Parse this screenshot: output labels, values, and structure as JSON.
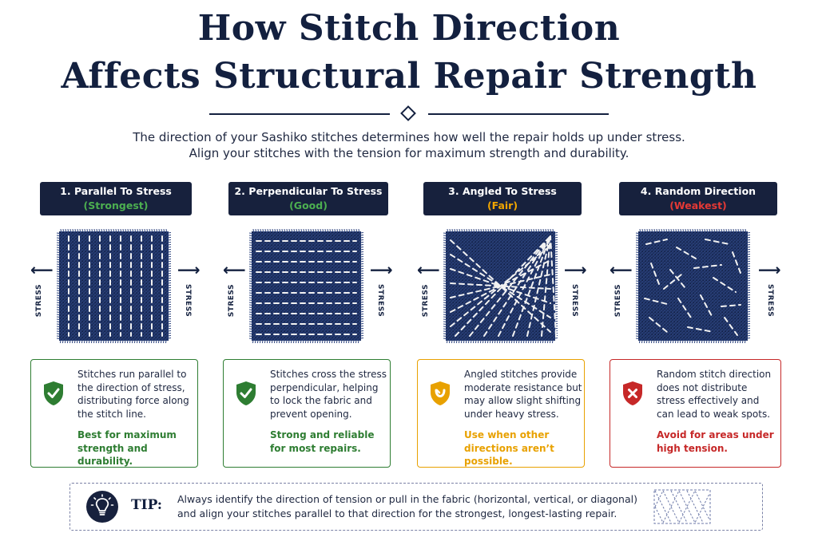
{
  "header": {
    "title_line1": "How Stitch Direction",
    "title_line2": "Affects Structural Repair Strength",
    "subtitle_line1": "The direction of your Sashiko stitches determines how well the repair holds up under stress.",
    "subtitle_line2": "Align your stitches with the tension for maximum strength and durability."
  },
  "stress_label": "STRESS",
  "colors": {
    "navy": "#17213d",
    "green": "#2e7d32",
    "orange": "#e8a100",
    "red": "#c62828"
  },
  "methods": [
    {
      "title": "1. Parallel To Stress",
      "rating": "(Strongest)",
      "rating_color": "#4caf50",
      "pattern": "parallel",
      "icon": "check-shield-icon",
      "description": "Stitches run parallel to the direction of stress, distributing force along the stitch line.",
      "verdict": "Best for maximum strength and durability."
    },
    {
      "title": "2. Perpendicular To Stress",
      "rating": "(Good)",
      "rating_color": "#4caf50",
      "pattern": "perpendicular",
      "icon": "check-shield-icon",
      "description": "Stitches cross the stress perpendicular, helping to lock the fabric and prevent opening.",
      "verdict": "Strong and reliable for most repairs."
    },
    {
      "title": "3. Angled To Stress",
      "rating": "(Fair)",
      "rating_color": "#f0a500",
      "pattern": "angled",
      "icon": "warning-shield-icon",
      "description": "Angled stitches provide moderate resistance but may allow slight shifting under heavy stress.",
      "verdict": "Use when other directions aren’t possible."
    },
    {
      "title": "4. Random Direction",
      "rating": "(Weakest)",
      "rating_color": "#e53935",
      "pattern": "random",
      "icon": "x-shield-icon",
      "description": "Random stitch direction does not distribute stress effectively and can lead to weak spots.",
      "verdict": "Avoid for areas under high tension."
    }
  ],
  "tip": {
    "label": "TIP:",
    "text": "Always identify the direction of tension or pull in the fabric (horizontal, vertical, or diagonal) and align your stitches parallel to that direction for the strongest, longest-lasting repair.",
    "icon": "lightbulb-icon"
  }
}
